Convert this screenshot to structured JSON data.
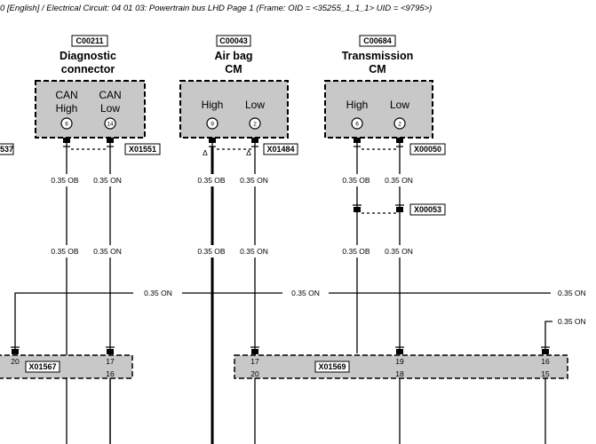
{
  "header": {
    "text": "0 [English] / Electrical Circuit: 04 01 03: Powertrain bus LHD  Page 1  (Frame: OID = <35255_1_1_1>  UID = <9795>)"
  },
  "components": {
    "diag": {
      "code": "C00211",
      "title_line1": "Diagnostic",
      "title_line2": "connector",
      "pins": [
        {
          "line1": "CAN",
          "line2": "High",
          "num": "6"
        },
        {
          "line1": "CAN",
          "line2": "Low",
          "num": "14"
        }
      ]
    },
    "airbag": {
      "code": "C00043",
      "title_line1": "Air bag",
      "title_line2": "CM",
      "pins": [
        {
          "line1": "High",
          "num": "9"
        },
        {
          "line1": "Low",
          "num": "2"
        }
      ]
    },
    "trans": {
      "code": "C00684",
      "title_line1": "Transmission",
      "title_line2": "CM",
      "pins": [
        {
          "line1": "High",
          "num": "6"
        },
        {
          "line1": "Low",
          "num": "2"
        }
      ]
    }
  },
  "connectors": {
    "left_edge": "537",
    "x01551": "X01551",
    "x01484": "X01484",
    "x00050": "X00050",
    "x00053": "X00053",
    "x01567": "X01567",
    "x01569": "X01569"
  },
  "wires": {
    "ob": "0.35 OB",
    "on": "0.35 ON",
    "delta": "Δ"
  },
  "bar_left": {
    "pins_top": [
      "20",
      "17"
    ],
    "pins_bottom": [
      "16"
    ]
  },
  "bar_right": {
    "pins_top": [
      "17",
      "19",
      "16"
    ],
    "pins_bottom": [
      "20",
      "18",
      "15"
    ]
  }
}
